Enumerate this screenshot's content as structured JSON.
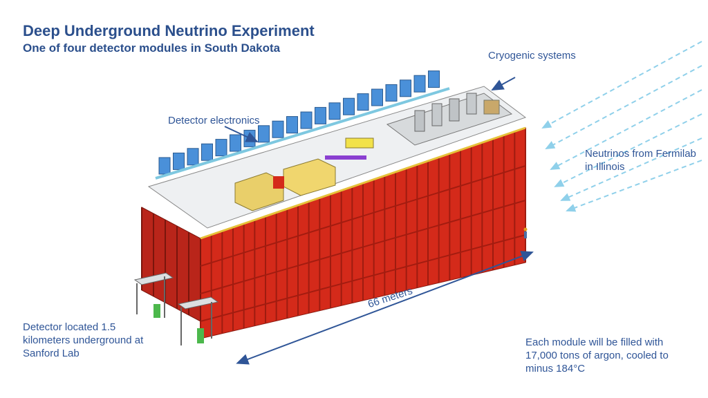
{
  "header": {
    "title": "Deep Underground Neutrino Experiment",
    "subtitle": "One of four detector modules in South Dakota"
  },
  "labels": {
    "cryogenic": "Cryogenic systems",
    "electronics": "Detector electronics",
    "neutrinos": "Neutrinos from Fermilab in Illinois",
    "length": "66 meters",
    "located": "Detector located 1.5 kilometers underground at Sanford Lab",
    "module": "Each module will be filled with 17,000 tons of argon, cooled to minus 184°C"
  },
  "colors": {
    "text": "#2f5597",
    "frame": "#d42a1a",
    "frame_dark": "#9e1c10",
    "electronics": "#4a90d9",
    "beam": "#8fd0ea",
    "building": "#e9cf6a"
  }
}
